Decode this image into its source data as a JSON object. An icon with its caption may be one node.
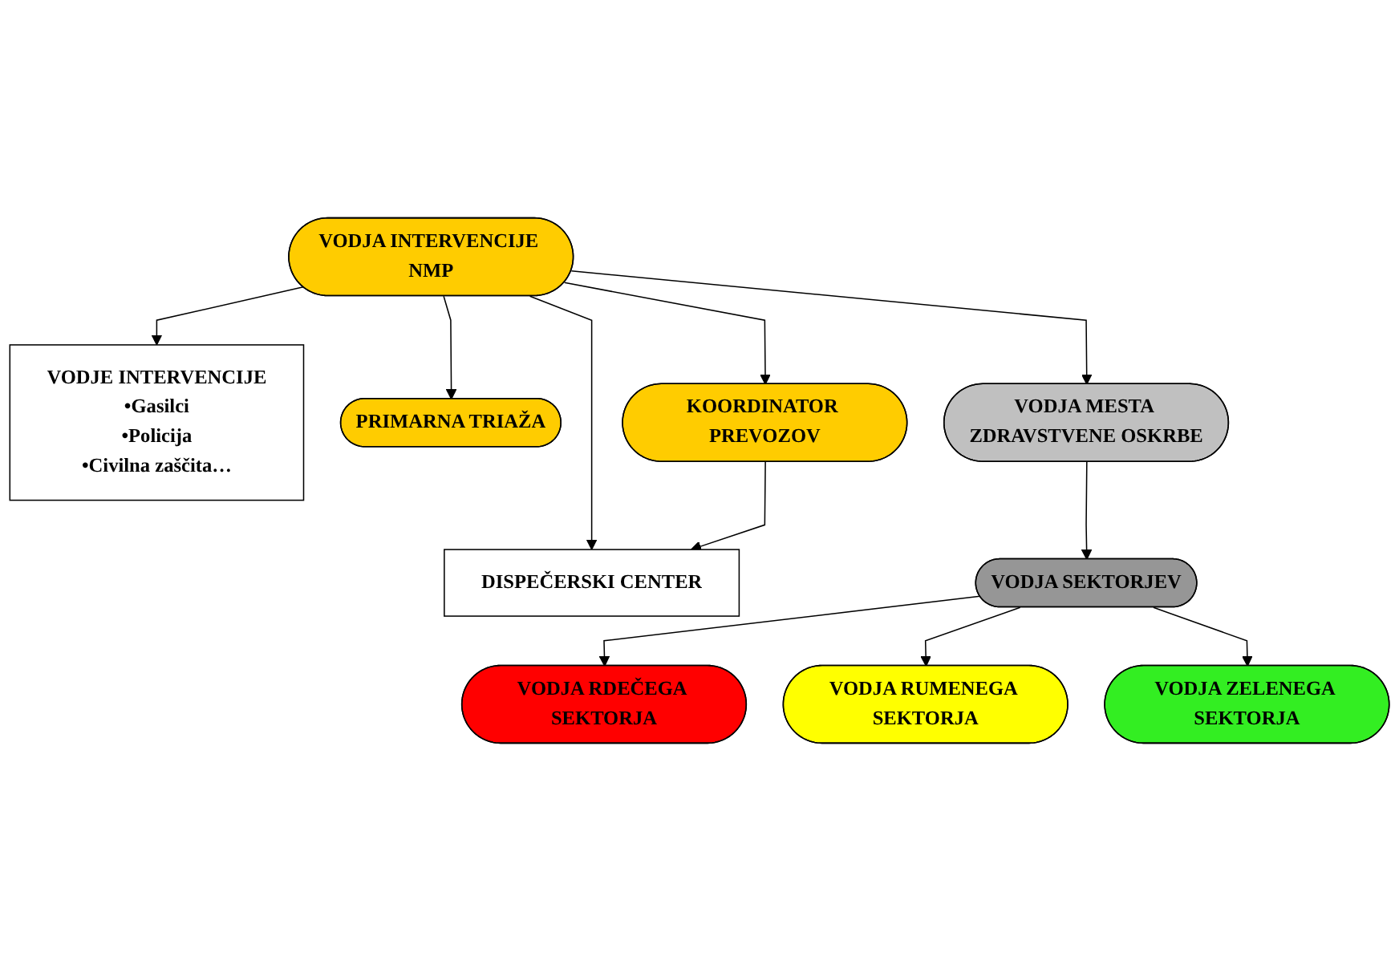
{
  "diagram": {
    "nodes": [
      {
        "text": [
          "VODJE INTERVENCIJE",
          "•Gasilci",
          "•Policija",
          "•Civilna zaščita…"
        ]
      },
      {
        "text": [
          "DISPEČERSKI CENTER"
        ]
      },
      {
        "text": [
          "VODJA INTERVENCIJE NMP"
        ]
      },
      {
        "text": [
          "PRIMARNA TRIAŽA"
        ]
      },
      {
        "text": [
          "KOORDINATOR PREVOZOV"
        ]
      },
      {
        "text": [
          "VODJA MESTA ZDRAVSTVENE OSKRBE"
        ]
      },
      {
        "text": [
          "VODJA SEKTORJEV"
        ]
      },
      {
        "text": [
          "VODJA RDEČEGA SEKTORJA"
        ]
      },
      {
        "text": [
          "VODJA RUMENEGA SEKTORJA"
        ]
      },
      {
        "text": [
          "VODJA ZELENEGA SEKTORJA"
        ]
      }
    ],
    "edges": [
      {
        "from": 2,
        "to": 0,
        "arrow": "to"
      },
      {
        "from": 2,
        "to": 1,
        "arrow": "to"
      },
      {
        "from": 2,
        "to": 3,
        "arrow": "to"
      },
      {
        "from": 2,
        "to": 4,
        "arrow": "to"
      },
      {
        "from": 4,
        "to": 1,
        "arrow": "to"
      },
      {
        "from": 2,
        "to": 5,
        "arrow": "to"
      },
      {
        "from": 5,
        "to": 6,
        "arrow": "to"
      },
      {
        "from": 6,
        "to": 7,
        "arrow": "to"
      },
      {
        "from": 6,
        "to": 8,
        "arrow": "to"
      },
      {
        "from": 6,
        "to": 9,
        "arrow": "to"
      }
    ]
  }
}
